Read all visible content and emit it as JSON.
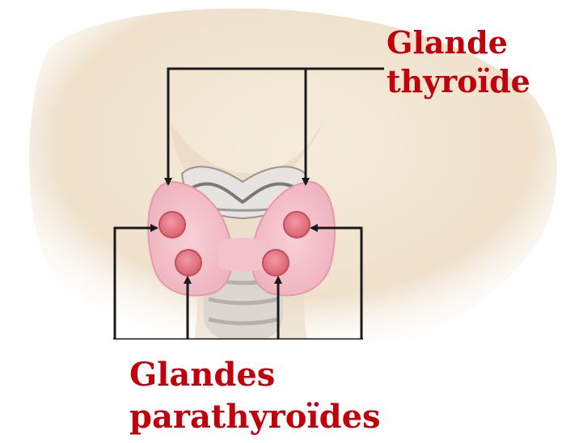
{
  "labels": {
    "thyroid_line1": "Glande",
    "thyroid_line2": "thyroïde",
    "parathyroid_line1": "Glandes",
    "parathyroid_line2": "parathyroïdes"
  },
  "colors": {
    "label_text": "#c0000b",
    "skin": "#f1e4d2",
    "thyroid": "#f2bcc6",
    "parathyroid": "#e3737f",
    "arrow": "#1a1a1a"
  }
}
